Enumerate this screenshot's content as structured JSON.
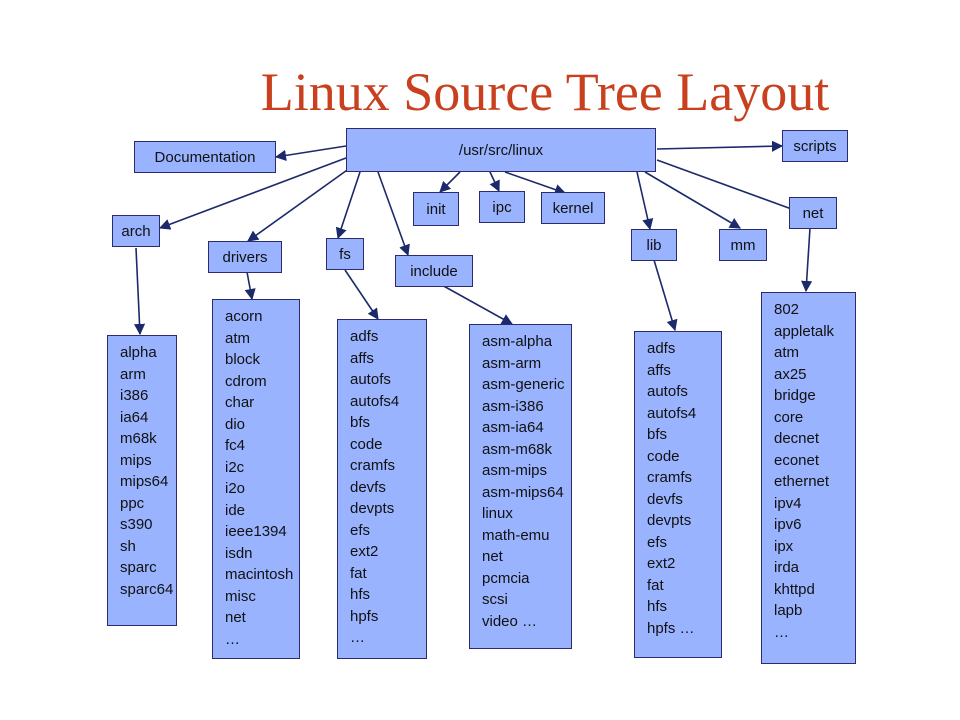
{
  "title": "Linux Source Tree Layout",
  "root": "/usr/src/linux",
  "nodes": {
    "documentation": "Documentation",
    "scripts": "scripts",
    "init": "init",
    "ipc": "ipc",
    "kernel": "kernel",
    "arch": "arch",
    "drivers": "drivers",
    "fs": "fs",
    "include": "include",
    "lib": "lib",
    "mm": "mm",
    "net": "net"
  },
  "lists": {
    "arch": [
      "alpha",
      "arm",
      "i386",
      "ia64",
      "m68k",
      "mips",
      "mips64",
      "ppc",
      "s390",
      "sh",
      "sparc",
      "sparc64"
    ],
    "drivers": [
      "acorn",
      "atm",
      "block",
      "cdrom",
      "char",
      "dio",
      "fc4",
      "i2c",
      "i2o",
      "ide",
      "ieee1394",
      "isdn",
      "macintosh",
      "misc",
      "net",
      "…"
    ],
    "fs": [
      "adfs",
      "affs",
      "autofs",
      "autofs4",
      "bfs",
      "code",
      "cramfs",
      "devfs",
      "devpts",
      "efs",
      "ext2",
      "fat",
      "hfs",
      "hpfs",
      "…"
    ],
    "include": [
      "asm-alpha",
      "asm-arm",
      "asm-generic",
      "asm-i386",
      "asm-ia64",
      "asm-m68k",
      "asm-mips",
      "asm-mips64",
      "linux",
      "math-emu",
      "net",
      "pcmcia",
      "scsi",
      "video …"
    ],
    "lib": [
      "adfs",
      "affs",
      "autofs",
      "autofs4",
      "bfs",
      "code",
      "cramfs",
      "devfs",
      "devpts",
      "efs",
      "ext2",
      "fat",
      "hfs",
      "hpfs …"
    ],
    "net": [
      "802",
      "appletalk",
      "atm",
      "ax25",
      "bridge",
      "core",
      "decnet",
      "econet",
      "ethernet",
      "ipv4",
      "ipv6",
      "ipx",
      "irda",
      "khttpd",
      "lapb",
      "…"
    ]
  },
  "colors": {
    "title": "#c8401e",
    "box_fill": "#99b3ff",
    "box_border": "#2b2b6e",
    "arrow": "#1c2a6b"
  }
}
